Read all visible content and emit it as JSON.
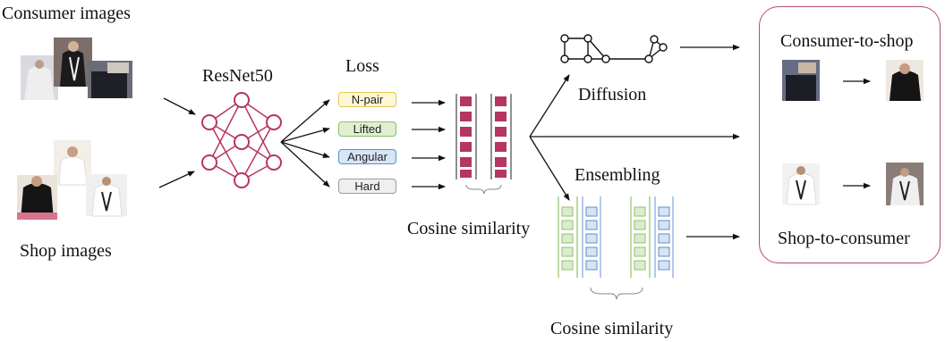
{
  "labels": {
    "consumer_images": "Consumer images",
    "shop_images": "Shop images",
    "backbone": "ResNet50",
    "loss_title": "Loss",
    "cosine_similarity_1": "Cosine similarity",
    "diffusion": "Diffusion",
    "ensembling": "Ensembling",
    "cosine_similarity_2": "Cosine similarity",
    "consumer_to_shop": "Consumer-to-shop",
    "shop_to_consumer": "Shop-to-consumer"
  },
  "losses": [
    {
      "name": "N-pair",
      "fill": "#fff8d6",
      "border": "#e3c64a"
    },
    {
      "name": "Lifted",
      "fill": "#dff0d2",
      "border": "#8bbf6a"
    },
    {
      "name": "Angular",
      "fill": "#d7e6f6",
      "border": "#5e8fc4"
    },
    {
      "name": "Hard",
      "fill": "#efefef",
      "border": "#9a9a9a"
    }
  ],
  "colors": {
    "network": "#b5365f",
    "feature_red": "#b5365f",
    "feature_green": "#8dc26b",
    "feature_blue": "#7ea6dc",
    "panel_border": "#b14d6e"
  },
  "icons": {
    "network": "neural-network-icon",
    "graph": "diffusion-graph-icon",
    "garment_photos": "clothing-photo-thumbnails"
  }
}
